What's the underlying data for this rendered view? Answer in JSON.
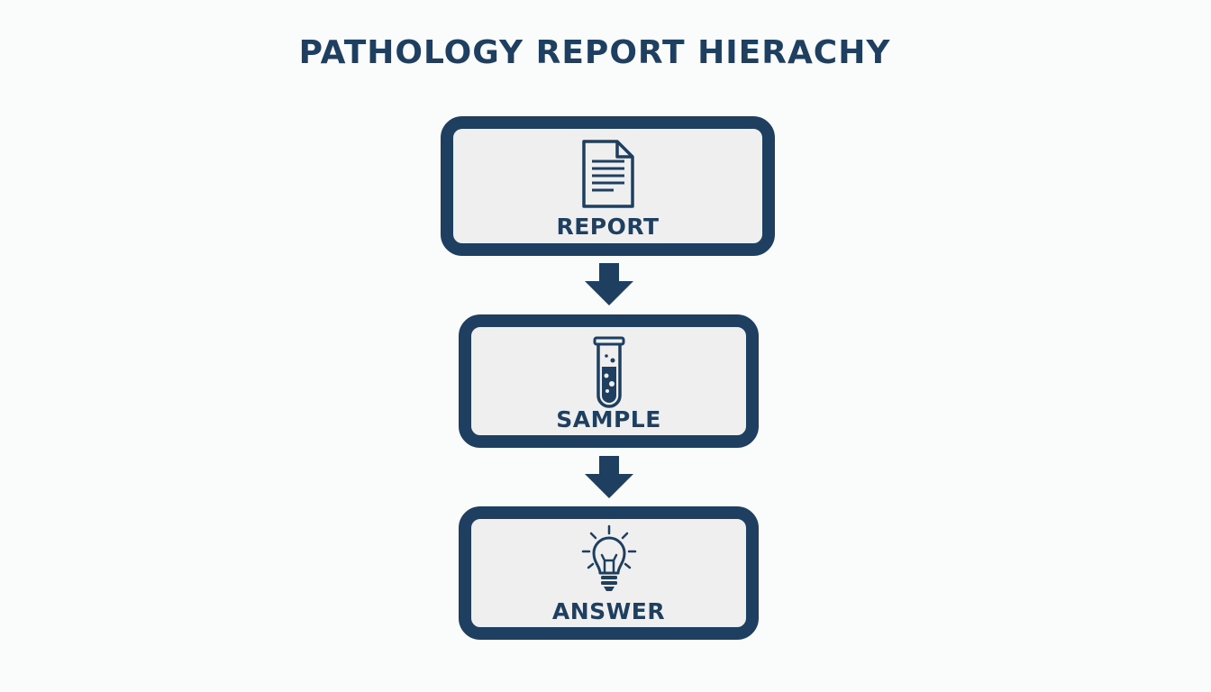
{
  "title": "PATHOLOGY REPORT HIERACHY",
  "colors": {
    "primary": "#1e3f5f",
    "box_fill": "#efefef",
    "background": "#fafbfb"
  },
  "nodes": [
    {
      "label": "REPORT",
      "icon": "document-icon"
    },
    {
      "label": "SAMPLE",
      "icon": "test-tube-icon"
    },
    {
      "label": "ANSWER",
      "icon": "lightbulb-icon"
    }
  ],
  "edges": [
    {
      "from": "REPORT",
      "to": "SAMPLE",
      "direction": "down"
    },
    {
      "from": "SAMPLE",
      "to": "ANSWER",
      "direction": "down"
    }
  ]
}
